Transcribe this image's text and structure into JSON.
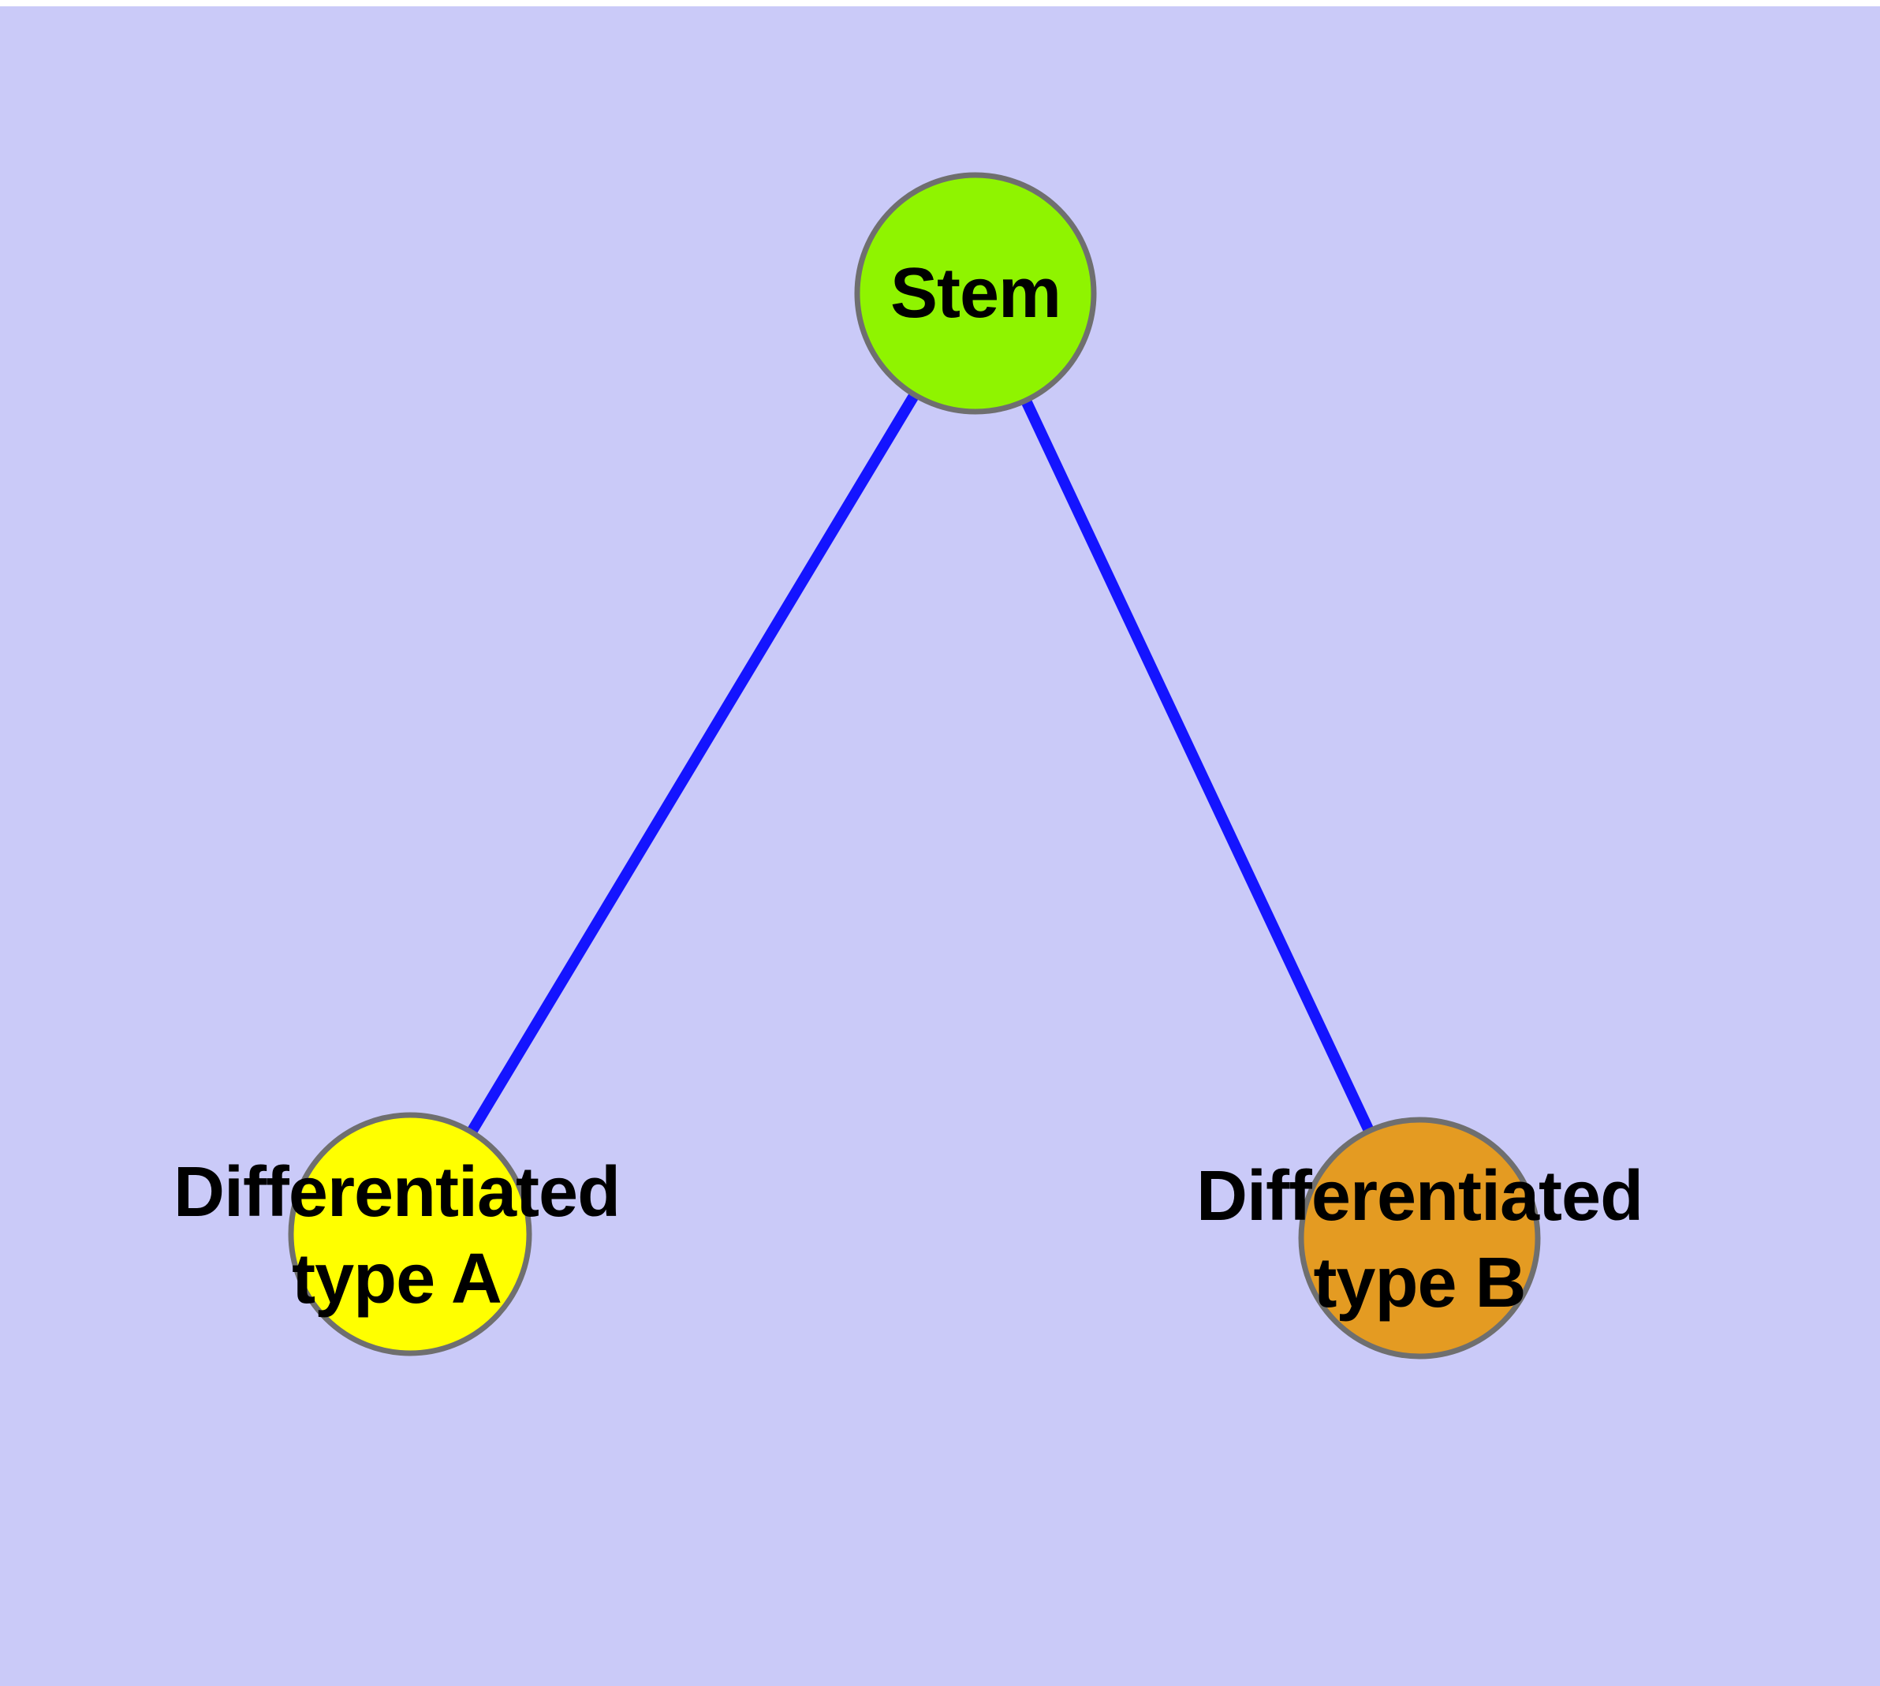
{
  "figure": {
    "background_color": "#CACAF8",
    "top_strip_color": "#FFFFFF",
    "edge_color": "#1414FF",
    "node_border_color": "#6F6F6F",
    "text_color": "#000000",
    "nodes": [
      {
        "id": "stem",
        "label": "Stem",
        "fill": "#8FF400"
      },
      {
        "id": "differentiated-type-a",
        "label": "Differentiated type A",
        "line1": "Differentiated",
        "line2": "type A",
        "fill": "#FFFF00"
      },
      {
        "id": "differentiated-type-b",
        "label": "Differentiated type B",
        "line1": "Differentiated",
        "line2": "type B",
        "fill": "#E49B22"
      }
    ],
    "edges": [
      {
        "from": "Stem",
        "to": "Differentiated type A"
      },
      {
        "from": "Stem",
        "to": "Differentiated type B"
      }
    ]
  }
}
